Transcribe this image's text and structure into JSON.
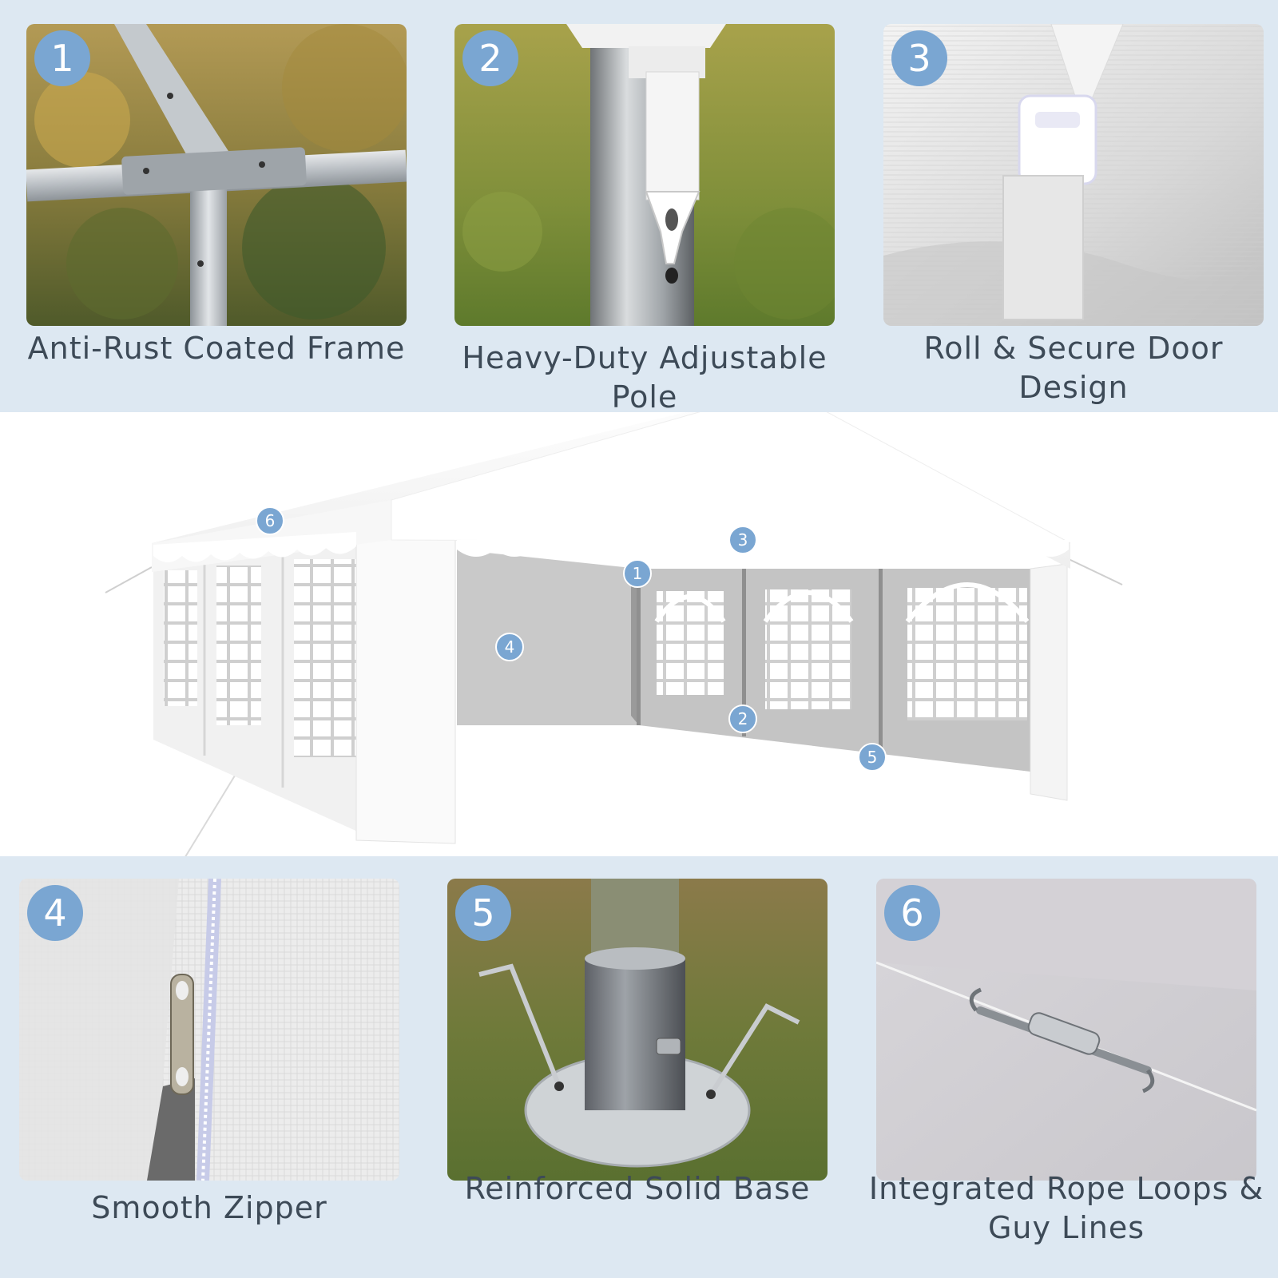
{
  "colors": {
    "band_background": "#dde8f2",
    "badge_accent": "#7aa6d2",
    "caption_text": "#3d4a57"
  },
  "features": [
    {
      "number": "1",
      "caption": "Anti-Rust Coated Frame",
      "icon": "frame-joint-photo"
    },
    {
      "number": "2",
      "caption": "Heavy-Duty Adjustable Pole",
      "icon": "pole-strap-photo"
    },
    {
      "number": "3",
      "caption": "Roll & Secure Door Design",
      "icon": "buckle-strap-photo"
    },
    {
      "number": "4",
      "caption": "Smooth Zipper",
      "icon": "zipper-photo"
    },
    {
      "number": "5",
      "caption": "Reinforced Solid Base",
      "icon": "base-plate-photo"
    },
    {
      "number": "6",
      "caption": "Integrated Rope Loops & Guy Lines",
      "icon": "guy-line-photo"
    }
  ],
  "hero": {
    "icon": "white-party-tent-illustration",
    "markers": [
      "6",
      "3",
      "1",
      "4",
      "2",
      "5"
    ]
  }
}
